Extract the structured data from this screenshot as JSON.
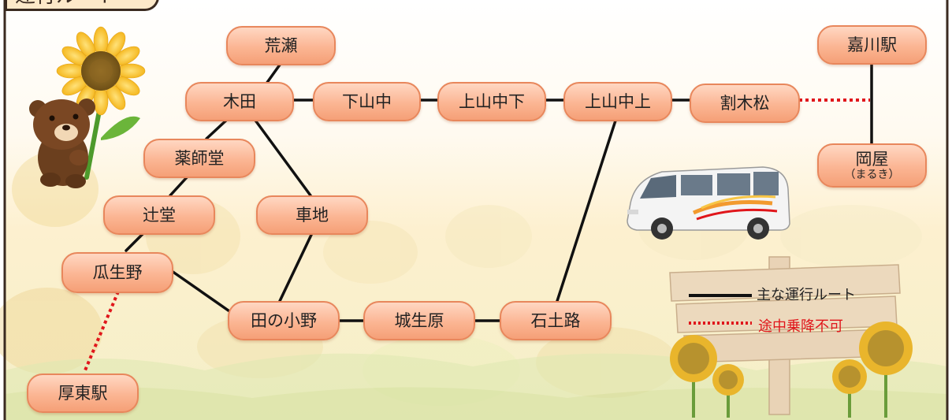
{
  "title": "運行ルート",
  "colors": {
    "main_route": "#111111",
    "no_boarding": "#e0161b",
    "station_fill": "#fbb593",
    "station_border": "#e8875c",
    "frame": "#3a2a20"
  },
  "stations": {
    "araise": "荒瀬",
    "kida": "木田",
    "shimoyamanaka": "下山中",
    "kamiyamanakashita": "上山中下",
    "kamiyamanakakami": "上山中上",
    "warikimatsu": "割木松",
    "kagawa_eki": "嘉川駅",
    "okaya": "岡屋",
    "okaya_sub": "（まるき）",
    "yakushido": "薬師堂",
    "tsujido": "辻堂",
    "shachi": "車地",
    "uriuno": "瓜生野",
    "tanoono": "田の小野",
    "jouseibara": "城生原",
    "ishitsuchiji": "石土路",
    "atsuto_eki": "厚東駅"
  },
  "legend": {
    "main_route": "主な運行ルート",
    "no_boarding": "途中乗降不可"
  },
  "icons": [
    "bear-mascot-icon",
    "sunflower-icon",
    "van-icon",
    "signboard-icon"
  ]
}
